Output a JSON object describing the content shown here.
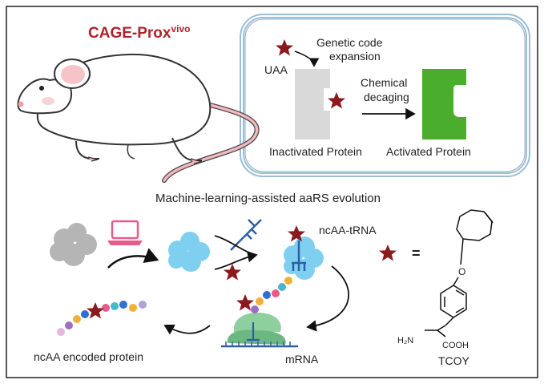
{
  "title": {
    "main": "CAGE-Prox",
    "superscript": "vivo"
  },
  "inset": {
    "uaa_label": "UAA",
    "step1_label_line1": "Genetic code",
    "step1_label_line2": "expansion",
    "step2_label_line1": "Chemical",
    "step2_label_line2": "decaging",
    "inactive_label": "Inactivated Protein",
    "active_label": "Activated Protein"
  },
  "workflow": {
    "heading": "Machine-learning-assisted aaRS evolution",
    "ncaa_trna_label": "ncAA-tRNA",
    "equals": "=",
    "mrna_label": "mRNA",
    "protein_label": "ncAA encoded protein"
  },
  "molecule": {
    "name": "TCOY",
    "amine": "H₂N",
    "acid": "COOH",
    "oxygen": "O"
  },
  "colors": {
    "title": "#b3202a",
    "star": "#8b1a1e",
    "inactive_protein": "#d9d9d9",
    "active_protein": "#4aad2b",
    "enzyme": "#7fd0f0",
    "trna": "#2e5fa6",
    "ribosome": "#8fcf9e",
    "inset_border": "#9bbdd6",
    "laptop": "#e85a8a"
  }
}
